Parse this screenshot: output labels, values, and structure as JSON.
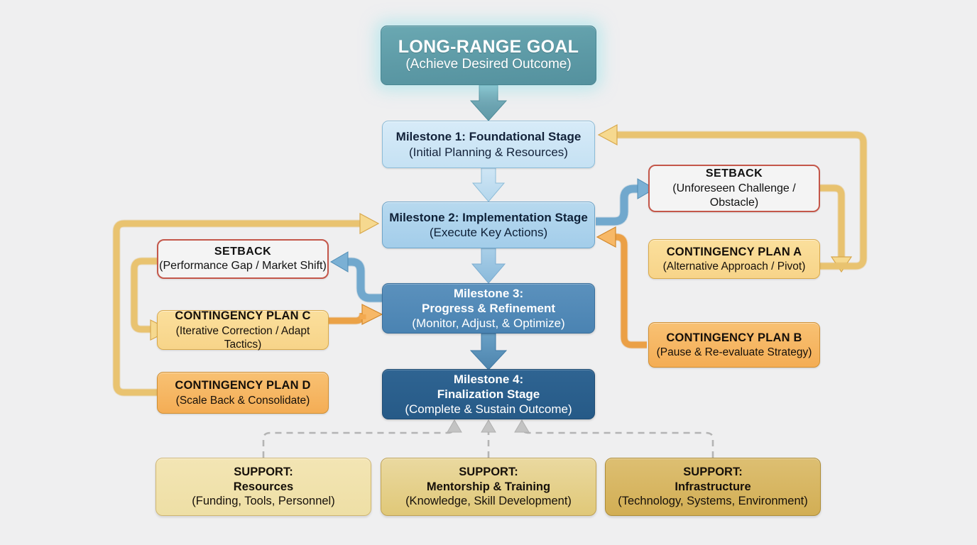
{
  "diagram": {
    "title": "Long-Range Goal Flowchart",
    "background_color": "#efeff0"
  },
  "goal": {
    "line1": "LONG-RANGE GOAL",
    "line2": "(Achieve Desired Outcome)",
    "color": "#5d9aa6"
  },
  "milestones": [
    {
      "line1": "Milestone 1: Foundational Stage",
      "line2": "(Initial Planning & Resources)",
      "line3": "",
      "color": "#c5e1f3"
    },
    {
      "line1": "Milestone 2: Implementation Stage",
      "line2": "(Execute Key Actions)",
      "line3": "",
      "color": "#a3cdea"
    },
    {
      "line1": "Milestone 3:",
      "line2": "Progress & Refinement",
      "line3": "(Monitor, Adjust, & Optimize)",
      "color": "#4a83b2"
    },
    {
      "line1": "Milestone 4:",
      "line2": "Finalization Stage",
      "line3": "(Complete & Sustain Outcome)",
      "color": "#265a87"
    }
  ],
  "setbacks": [
    {
      "line1": "SETBACK",
      "line2": "(Unforeseen Challenge /",
      "line3": "Obstacle)",
      "color": "#c4574a"
    },
    {
      "line1": "SETBACK",
      "line2": "(Performance Gap / Market Shift)",
      "line3": "",
      "color": "#c4574a"
    }
  ],
  "contingencies": [
    {
      "line1": "CONTINGENCY PLAN A",
      "line2": "(Alternative Approach / Pivot)",
      "color": "#f7d489"
    },
    {
      "line1": "CONTINGENCY PLAN B",
      "line2": "(Pause & Re-evaluate Strategy)",
      "color": "#f4ad55"
    },
    {
      "line1": "CONTINGENCY PLAN C",
      "line2": "(Iterative Correction / Adapt Tactics)",
      "color": "#f7d489"
    },
    {
      "line1": "CONTINGENCY PLAN D",
      "line2": "(Scale Back & Consolidate)",
      "color": "#f4ad55"
    }
  ],
  "supports": [
    {
      "line1": "SUPPORT:",
      "line2": "Resources",
      "line3": "(Funding, Tools, Personnel)",
      "color": "#eedfa5"
    },
    {
      "line1": "SUPPORT:",
      "line2": "Mentorship & Training",
      "line3": "(Knowledge, Skill Development)",
      "color": "#e0c878"
    },
    {
      "line1": "SUPPORT:",
      "line2": "Infrastructure",
      "line3": "(Technology, Systems, Environment)",
      "color": "#d2ae54"
    }
  ],
  "connector_colors": {
    "primary_flow": "#6fa8bd",
    "setback_flow": "#7bb0d4",
    "recovery_flow": "#f0cd7f",
    "recovery_flow_strong": "#f3a94f",
    "support_flow": "#b9b9b9"
  }
}
